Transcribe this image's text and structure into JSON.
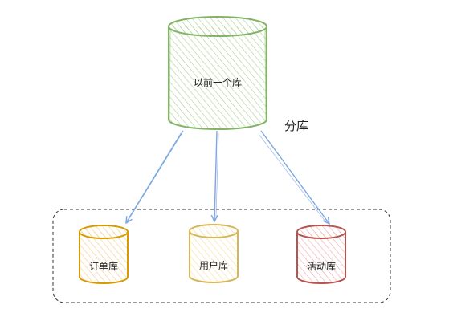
{
  "diagram": {
    "source": {
      "label": "以前一个库",
      "stroke": "#82b366",
      "fill": "#d5e8d4"
    },
    "split_label": "分库",
    "targets": [
      {
        "label": "订单库",
        "stroke": "#d79b00",
        "fill": "#ffe6cc"
      },
      {
        "label": "用户库",
        "stroke": "#d6b656",
        "fill": "#fff2cc"
      },
      {
        "label": "活动库",
        "stroke": "#b85450",
        "fill": "#f8cecc"
      }
    ],
    "arrow_color": "#7ea6e0",
    "group_border_color": "#333333"
  }
}
